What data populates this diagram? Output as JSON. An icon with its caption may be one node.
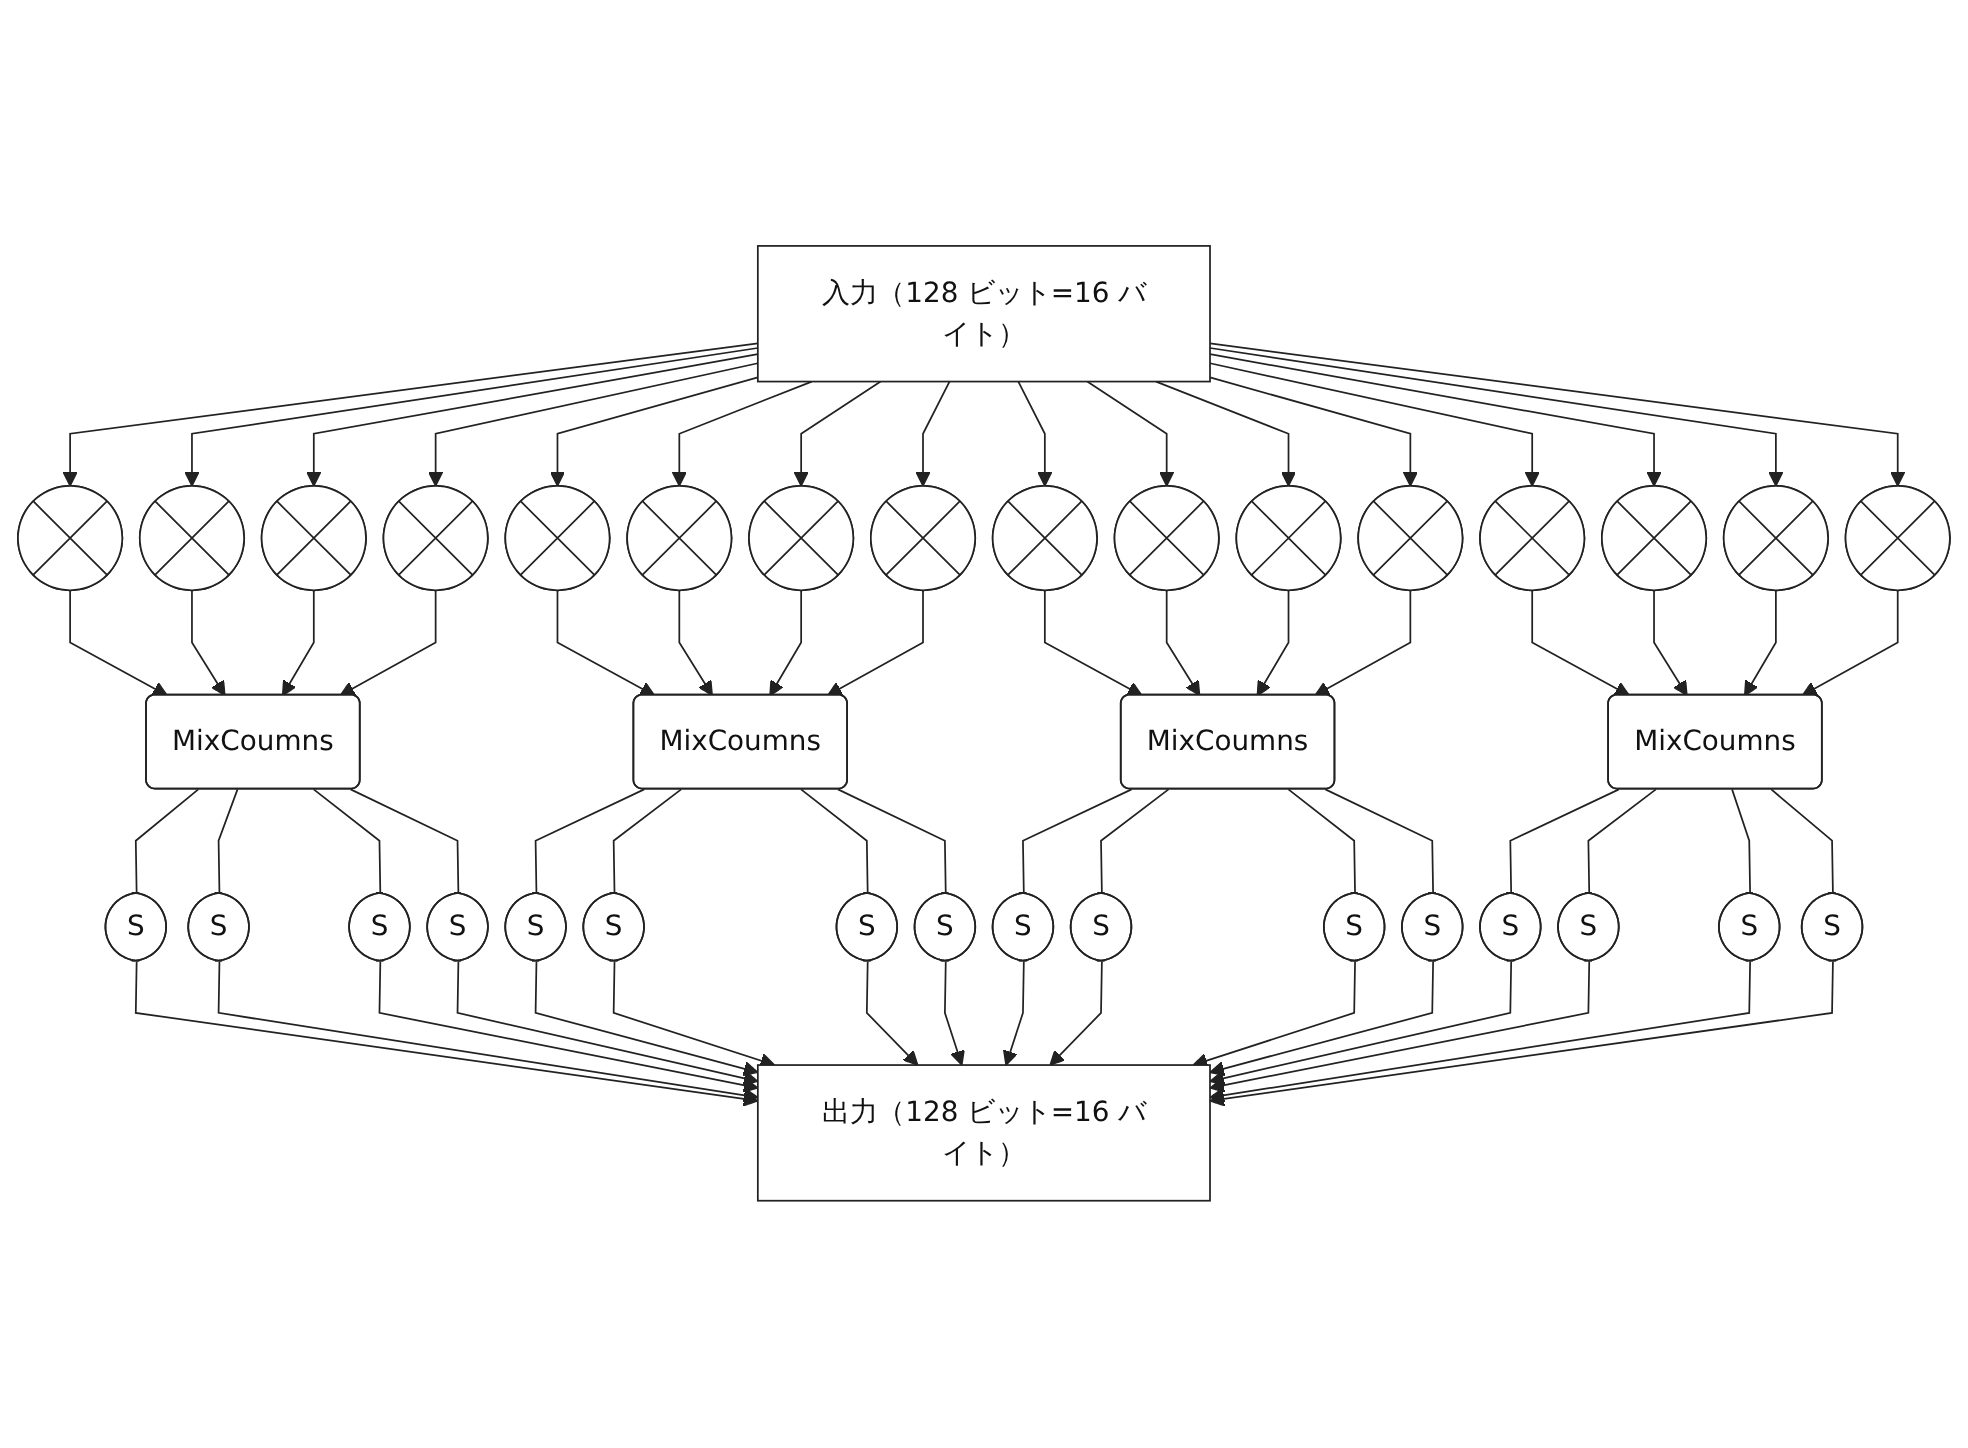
{
  "diagram": {
    "nodes": [
      {
        "text": [
          "入力（128 ビット=16 バイト）"
        ]
      },
      {
        "text": [],
        "shape": "circle"
      },
      {
        "text": [],
        "shape": "circle"
      },
      {
        "text": [],
        "shape": "circle"
      },
      {
        "text": [],
        "shape": "circle"
      },
      {
        "text": [],
        "shape": "circle"
      },
      {
        "text": [],
        "shape": "circle"
      },
      {
        "text": [],
        "shape": "circle"
      },
      {
        "text": [],
        "shape": "circle"
      },
      {
        "text": [],
        "shape": "circle"
      },
      {
        "text": [],
        "shape": "circle"
      },
      {
        "text": [],
        "shape": "circle"
      },
      {
        "text": [],
        "shape": "circle"
      },
      {
        "text": [],
        "shape": "circle"
      },
      {
        "text": [],
        "shape": "circle"
      },
      {
        "text": [],
        "shape": "circle"
      },
      {
        "text": [],
        "shape": "circle"
      },
      {
        "text": [
          "MixCoumns"
        ]
      },
      {
        "text": [
          "MixCoumns"
        ]
      },
      {
        "text": [
          "MixCoumns"
        ]
      },
      {
        "text": [
          "MixCoumns"
        ]
      },
      {
        "text": [
          "S"
        ]
      },
      {
        "text": [
          "S"
        ]
      },
      {
        "text": [
          "S"
        ]
      },
      {
        "text": [
          "S"
        ]
      },
      {
        "text": [
          "S"
        ]
      },
      {
        "text": [
          "S"
        ]
      },
      {
        "text": [
          "S"
        ]
      },
      {
        "text": [
          "S"
        ]
      },
      {
        "text": [
          "S"
        ]
      },
      {
        "text": [
          "S"
        ]
      },
      {
        "text": [
          "S"
        ]
      },
      {
        "text": [
          "S"
        ]
      },
      {
        "text": [
          "S"
        ]
      },
      {
        "text": [
          "S"
        ]
      },
      {
        "text": [
          "S"
        ]
      },
      {
        "text": [
          "S"
        ]
      },
      {
        "text": [
          "出力（128 ビット=16 バイト）"
        ]
      }
    ],
    "edges": [
      {
        "from": 0,
        "to": 1,
        "arrow": "to"
      },
      {
        "from": 0,
        "to": 2,
        "arrow": "to"
      },
      {
        "from": 0,
        "to": 3,
        "arrow": "to"
      },
      {
        "from": 0,
        "to": 4,
        "arrow": "to"
      },
      {
        "from": 0,
        "to": 5,
        "arrow": "to"
      },
      {
        "from": 0,
        "to": 6,
        "arrow": "to"
      },
      {
        "from": 0,
        "to": 7,
        "arrow": "to"
      },
      {
        "from": 0,
        "to": 8,
        "arrow": "to"
      },
      {
        "from": 0,
        "to": 9,
        "arrow": "to"
      },
      {
        "from": 0,
        "to": 10,
        "arrow": "to"
      },
      {
        "from": 0,
        "to": 11,
        "arrow": "to"
      },
      {
        "from": 0,
        "to": 12,
        "arrow": "to"
      },
      {
        "from": 0,
        "to": 13,
        "arrow": "to"
      },
      {
        "from": 0,
        "to": 14,
        "arrow": "to"
      },
      {
        "from": 0,
        "to": 15,
        "arrow": "to"
      },
      {
        "from": 0,
        "to": 16,
        "arrow": "to"
      },
      {
        "from": 1,
        "to": 17,
        "arrow": "to"
      },
      {
        "from": 2,
        "to": 17,
        "arrow": "to"
      },
      {
        "from": 3,
        "to": 17,
        "arrow": "to"
      },
      {
        "from": 4,
        "to": 17,
        "arrow": "to"
      },
      {
        "from": 5,
        "to": 18,
        "arrow": "to"
      },
      {
        "from": 6,
        "to": 18,
        "arrow": "to"
      },
      {
        "from": 7,
        "to": 18,
        "arrow": "to"
      },
      {
        "from": 8,
        "to": 18,
        "arrow": "to"
      },
      {
        "from": 9,
        "to": 19,
        "arrow": "to"
      },
      {
        "from": 10,
        "to": 19,
        "arrow": "to"
      },
      {
        "from": 11,
        "to": 19,
        "arrow": "to"
      },
      {
        "from": 12,
        "to": 19,
        "arrow": "to"
      },
      {
        "from": 13,
        "to": 20,
        "arrow": "to"
      },
      {
        "from": 14,
        "to": 20,
        "arrow": "to"
      },
      {
        "from": 15,
        "to": 20,
        "arrow": "to"
      },
      {
        "from": 16,
        "to": 20,
        "arrow": "to"
      },
      {
        "from": 17,
        "to": 21,
        "arrow": "none"
      },
      {
        "from": 17,
        "to": 26,
        "arrow": "none"
      },
      {
        "from": 17,
        "to": 31,
        "arrow": "none"
      },
      {
        "from": 17,
        "to": 36,
        "arrow": "none"
      },
      {
        "from": 18,
        "to": 25,
        "arrow": "none"
      },
      {
        "from": 18,
        "to": 30,
        "arrow": "none"
      },
      {
        "from": 18,
        "to": 35,
        "arrow": "none"
      },
      {
        "from": 18,
        "to": 24,
        "arrow": "none"
      },
      {
        "from": 19,
        "to": 29,
        "arrow": "none"
      },
      {
        "from": 19,
        "to": 34,
        "arrow": "none"
      },
      {
        "from": 19,
        "to": 23,
        "arrow": "none"
      },
      {
        "from": 19,
        "to": 28,
        "arrow": "none"
      },
      {
        "from": 20,
        "to": 33,
        "arrow": "none"
      },
      {
        "from": 20,
        "to": 22,
        "arrow": "none"
      },
      {
        "from": 20,
        "to": 27,
        "arrow": "none"
      },
      {
        "from": 20,
        "to": 32,
        "arrow": "none"
      },
      {
        "from": 21,
        "to": 37,
        "arrow": "to"
      },
      {
        "from": 22,
        "to": 37,
        "arrow": "to"
      },
      {
        "from": 23,
        "to": 37,
        "arrow": "to"
      },
      {
        "from": 24,
        "to": 37,
        "arrow": "to"
      },
      {
        "from": 25,
        "to": 37,
        "arrow": "to"
      },
      {
        "from": 26,
        "to": 37,
        "arrow": "to"
      },
      {
        "from": 27,
        "to": 37,
        "arrow": "to"
      },
      {
        "from": 28,
        "to": 37,
        "arrow": "to"
      },
      {
        "from": 29,
        "to": 37,
        "arrow": "to"
      },
      {
        "from": 30,
        "to": 37,
        "arrow": "to"
      },
      {
        "from": 31,
        "to": 37,
        "arrow": "to"
      },
      {
        "from": 32,
        "to": 37,
        "arrow": "to"
      },
      {
        "from": 33,
        "to": 37,
        "arrow": "to"
      },
      {
        "from": 34,
        "to": 37,
        "arrow": "to"
      },
      {
        "from": 35,
        "to": 37,
        "arrow": "to"
      },
      {
        "from": 36,
        "to": 37,
        "arrow": "to"
      }
    ]
  }
}
